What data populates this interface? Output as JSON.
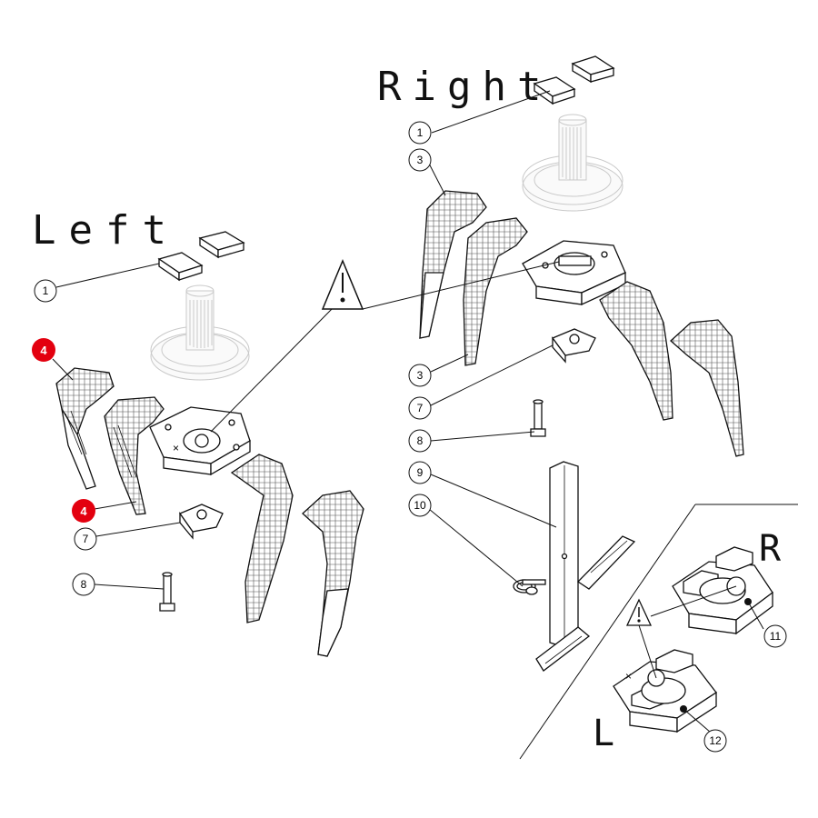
{
  "labels": {
    "left": "Left",
    "right": "Right",
    "inset_right": "R",
    "inset_left": "L"
  },
  "callouts": {
    "left_1": "1",
    "left_4a": "4",
    "left_4b": "4",
    "left_7": "7",
    "left_8": "8",
    "right_1": "1",
    "right_3a": "3",
    "right_3b": "3",
    "right_7": "7",
    "right_8": "8",
    "stand_9": "9",
    "pin_10": "10",
    "inset_11": "11",
    "inset_12": "12"
  },
  "warning": {
    "icon": "warning-triangle-icon",
    "symbol": "!"
  },
  "colors": {
    "highlight_callout": "#e3000f",
    "line": "#111111",
    "ghost": "#c9c9c9"
  }
}
